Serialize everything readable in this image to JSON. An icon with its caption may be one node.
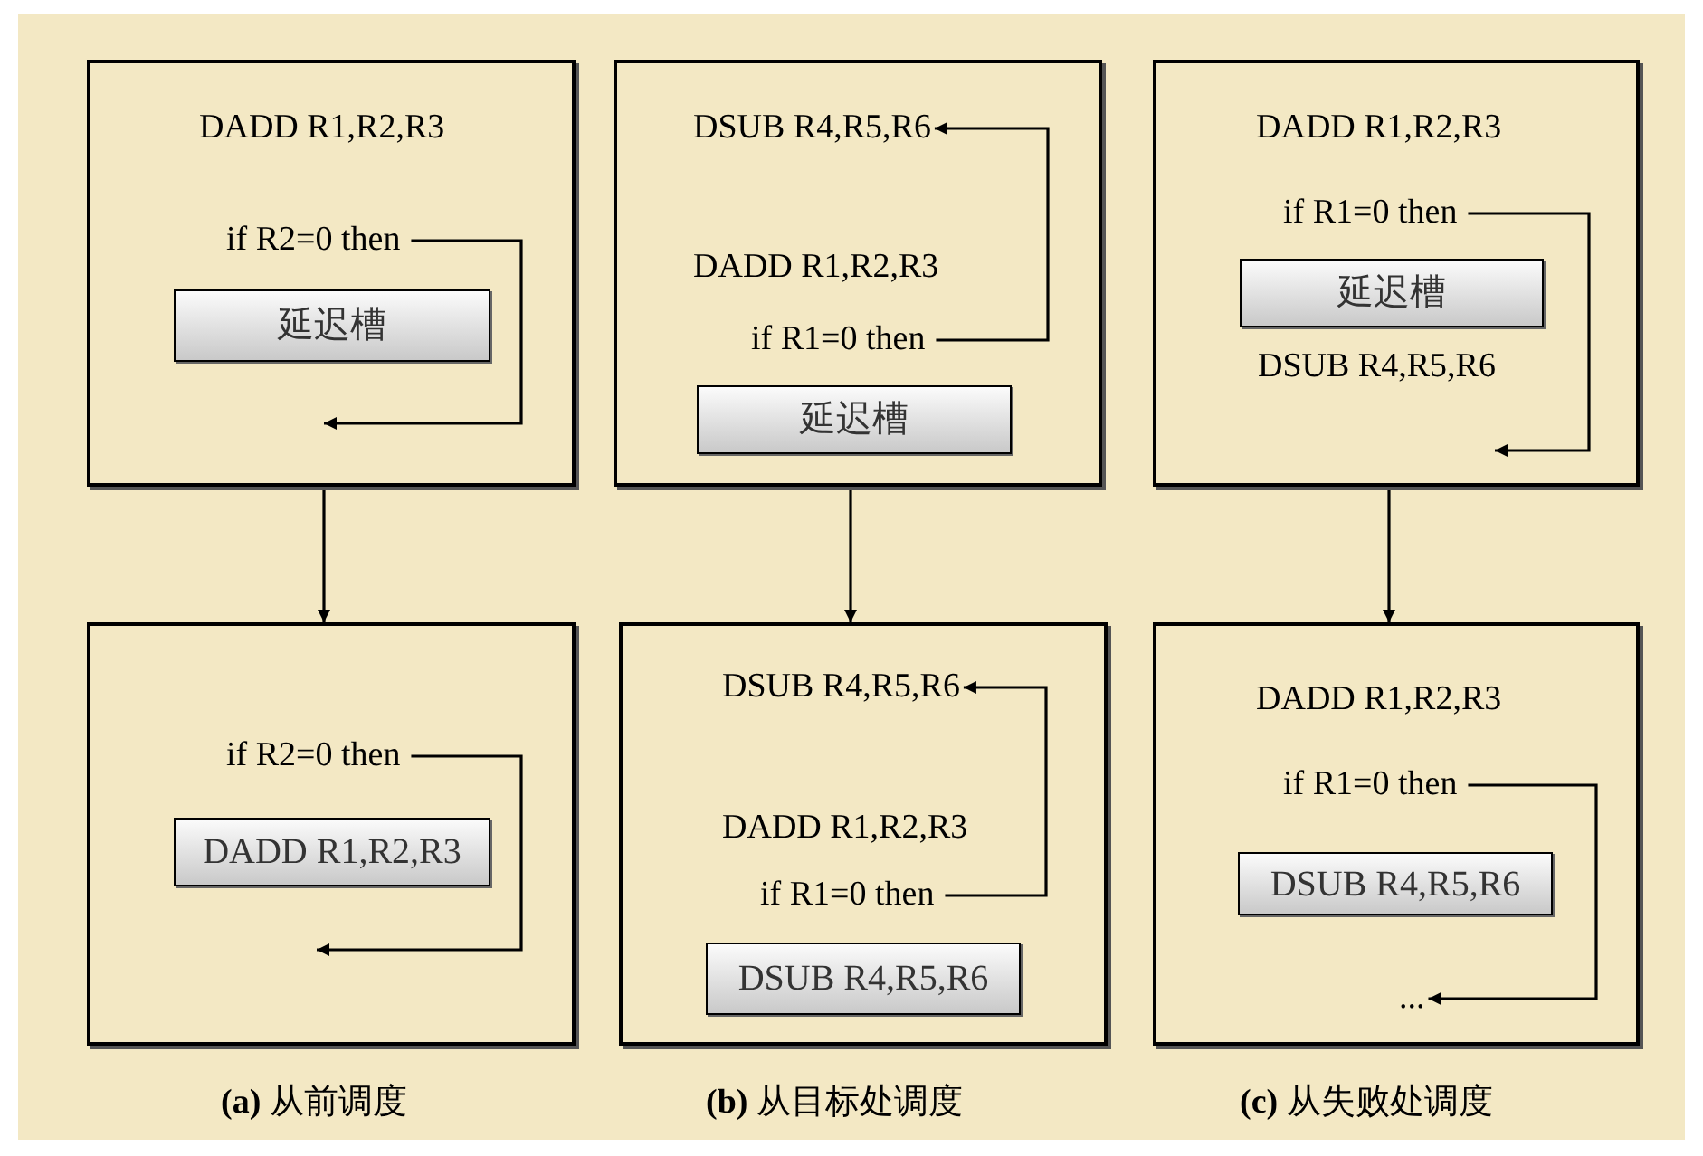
{
  "diagram": {
    "nodes": [
      {
        "text": [],
        "shape": "box"
      },
      {
        "text": [
          "DADD R1,R2,R3"
        ],
        "in": 0
      },
      {
        "text": [
          "if R2=0 then"
        ],
        "in": 0
      },
      {
        "text": [
          "延迟槽"
        ],
        "in": 0
      },
      {
        "text": [],
        "shape": "box"
      },
      {
        "text": [
          "DSUB R4,R5,R6"
        ],
        "in": 4
      },
      {
        "text": [
          "DADD R1,R2,R3"
        ],
        "in": 4
      },
      {
        "text": [
          "if R1=0 then"
        ],
        "in": 4
      },
      {
        "text": [
          "延迟槽"
        ],
        "in": 4
      },
      {
        "text": [],
        "shape": "box"
      },
      {
        "text": [
          "DADD R1,R2,R3"
        ],
        "in": 9
      },
      {
        "text": [
          "if R1=0 then"
        ],
        "in": 9
      },
      {
        "text": [
          "延迟槽"
        ],
        "in": 9
      },
      {
        "text": [
          "DSUB R4,R5,R6"
        ],
        "in": 9
      },
      {
        "text": [],
        "shape": "box"
      },
      {
        "text": [
          "if R2=0 then"
        ],
        "in": 14
      },
      {
        "text": [
          "DADD R1,R2,R3"
        ],
        "in": 14
      },
      {
        "text": [],
        "shape": "box"
      },
      {
        "text": [
          "DSUB R4,R5,R6"
        ],
        "in": 17
      },
      {
        "text": [
          "DADD R1,R2,R3"
        ],
        "in": 17
      },
      {
        "text": [
          "if R1=0 then"
        ],
        "in": 17
      },
      {
        "text": [
          "DSUB R4,R5,R6"
        ],
        "in": 17
      },
      {
        "text": [],
        "shape": "box"
      },
      {
        "text": [
          "DADD R1,R2,R3"
        ],
        "in": 22
      },
      {
        "text": [
          "if R1=0 then"
        ],
        "in": 22
      },
      {
        "text": [
          "DSUB R4,R5,R6"
        ],
        "in": 22
      },
      {
        "text": [
          "..."
        ],
        "in": 22
      }
    ],
    "edges": [
      {
        "from": 2,
        "to": null,
        "arrow": "to"
      },
      {
        "from": 7,
        "to": 5,
        "arrow": "to"
      },
      {
        "from": 11,
        "to": null,
        "arrow": "to"
      },
      {
        "from": 15,
        "to": null,
        "arrow": "to"
      },
      {
        "from": 20,
        "to": 18,
        "arrow": "to"
      },
      {
        "from": 24,
        "to": 26,
        "arrow": "to"
      },
      {
        "from": 0,
        "to": 14,
        "arrow": "to"
      },
      {
        "from": 4,
        "to": 17,
        "arrow": "to"
      },
      {
        "from": 9,
        "to": 22,
        "arrow": "to"
      }
    ],
    "labels": [
      "**(a)** 从前调度",
      "**(b)** 从目标处调度",
      "**(c)** 从失败处调度"
    ]
  }
}
